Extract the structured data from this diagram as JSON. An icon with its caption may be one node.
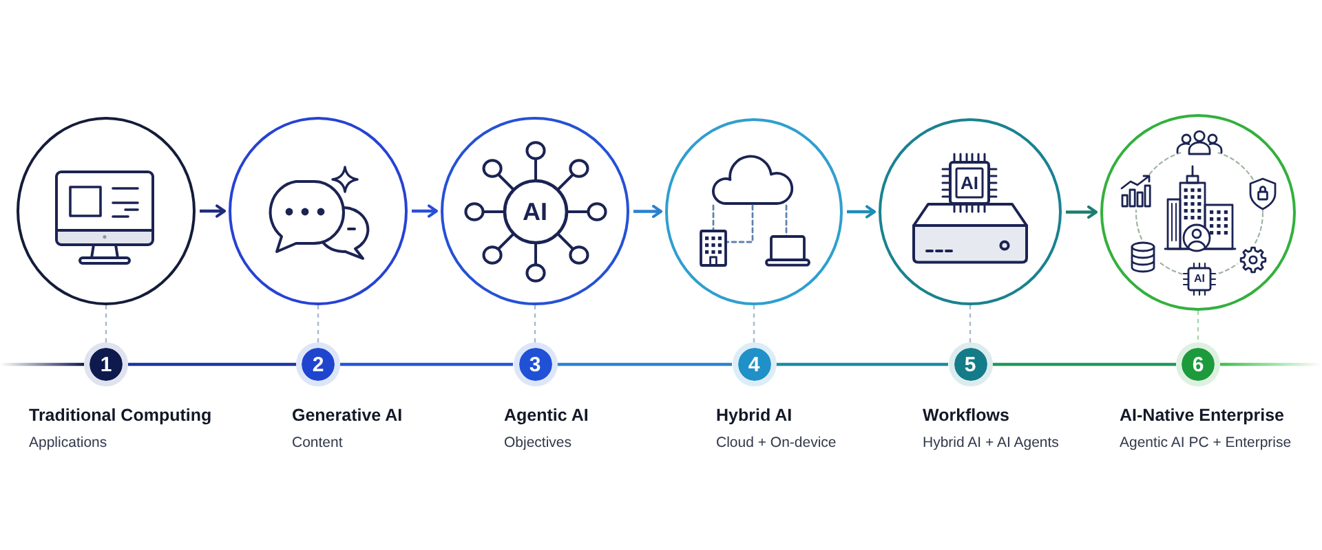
{
  "diagram": {
    "nodes": [
      {
        "text": [],
        "shape": "circle"
      },
      {
        "text": [],
        "shape": "circle"
      },
      {
        "text": [
          "AI"
        ]
      },
      {
        "text": [],
        "shape": "circle"
      },
      {
        "text": [
          "AI"
        ]
      },
      {
        "text": [
          "AI"
        ]
      },
      {
        "text": [
          "1"
        ],
        "beside": [
          "Traditional Computing",
          "Applications"
        ]
      },
      {
        "text": [
          "2"
        ],
        "beside": [
          "Generative AI",
          "Content"
        ]
      },
      {
        "text": [
          "3"
        ],
        "beside": [
          "Agentic AI",
          "Objectives"
        ]
      },
      {
        "text": [
          "4"
        ],
        "beside": [
          "Hybrid AI",
          "Cloud + On-device"
        ]
      },
      {
        "text": [
          "5"
        ],
        "beside": [
          "Workflows",
          "Hybrid AI + AI Agents"
        ]
      },
      {
        "text": [
          "6"
        ],
        "beside": [
          "AI-Native Enterprise",
          "Agentic AI PC + Enterprise"
        ]
      }
    ],
    "edges": [
      {
        "from": 0,
        "to": 1,
        "arrow": "to",
        "color": "#1f2c7c"
      },
      {
        "from": 1,
        "to": 2,
        "arrow": "to",
        "color": "#2a4fd6"
      },
      {
        "from": 2,
        "to": 3,
        "arrow": "to",
        "color": "#2a80d0"
      },
      {
        "from": 3,
        "to": 4,
        "arrow": "to",
        "color": "#1d8db5"
      },
      {
        "from": 4,
        "to": 5,
        "arrow": "to",
        "color": "#1b7d6f"
      },
      {
        "from": 0,
        "to": 6,
        "arrow": "none",
        "style": "dashed"
      },
      {
        "from": 1,
        "to": 7,
        "arrow": "none",
        "style": "dashed"
      },
      {
        "from": 2,
        "to": 8,
        "arrow": "none",
        "style": "dashed"
      },
      {
        "from": 3,
        "to": 9,
        "arrow": "none",
        "style": "dashed"
      },
      {
        "from": 4,
        "to": 10,
        "arrow": "none",
        "style": "dashed"
      },
      {
        "from": 5,
        "to": 11,
        "arrow": "none",
        "style": "dashed",
        "color": "#a6d8aa"
      },
      {
        "from": null,
        "to": 6,
        "arrow": "none",
        "color": "#111b4d"
      },
      {
        "from": 6,
        "to": 7,
        "arrow": "none",
        "color": "#1d35a0"
      },
      {
        "from": 7,
        "to": 8,
        "arrow": "none",
        "color": "#2356d8"
      },
      {
        "from": 8,
        "to": 9,
        "arrow": "none",
        "color": "#2a84d2"
      },
      {
        "from": 9,
        "to": 10,
        "arrow": "none",
        "color": "#1b8ca6"
      },
      {
        "from": 10,
        "to": 11,
        "arrow": "none",
        "color": "#1f9a58"
      },
      {
        "from": 11,
        "to": null,
        "arrow": "none",
        "color": "#3cbf4a"
      }
    ]
  }
}
